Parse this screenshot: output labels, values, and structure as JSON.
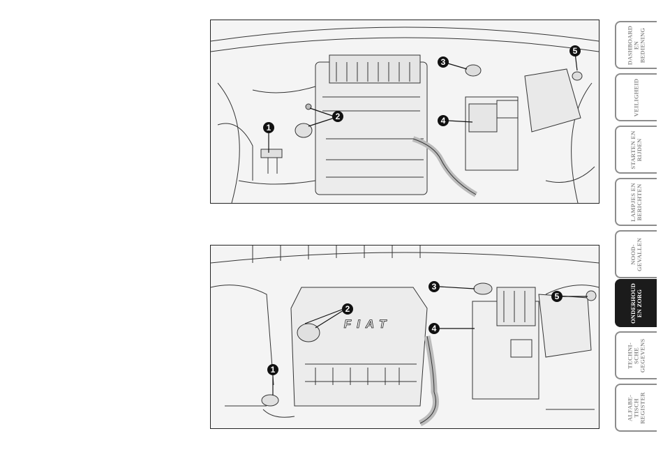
{
  "figures": [
    {
      "callouts": [
        "1",
        "2",
        "3",
        "4",
        "5"
      ]
    },
    {
      "logo": "FIAT",
      "callouts": [
        "1",
        "2",
        "3",
        "4",
        "5"
      ]
    }
  ],
  "tabs": [
    {
      "label": "DASHBOARD EN BEDIENING",
      "active": false
    },
    {
      "label": "VEILIGHEID",
      "active": false
    },
    {
      "label": "STARTEN EN RIJDEN",
      "active": false
    },
    {
      "label": "LAMPJES EN BERICHTEN",
      "active": false
    },
    {
      "label": "NOOD- GEVALLEN",
      "active": false
    },
    {
      "label": "ONDERHOUD EN ZORG",
      "active": true
    },
    {
      "label": "TECHNI- SCHE GEGEVENS",
      "active": false
    },
    {
      "label": "ALFABE- TISCH REGISTER",
      "active": false
    }
  ],
  "colors": {
    "tab_border": "#8c8c8c",
    "tab_active": "#1b1b1b",
    "line": "#222222"
  }
}
